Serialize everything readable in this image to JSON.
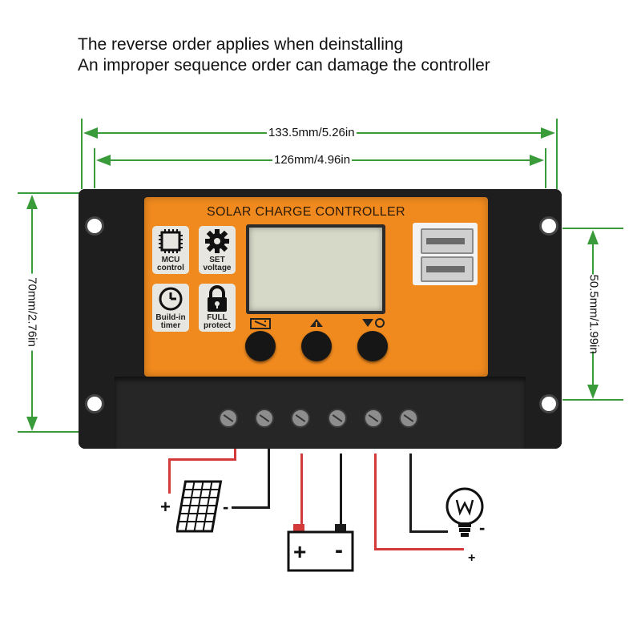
{
  "notes": {
    "line1": "The reverse order applies when deinstalling",
    "line2": "An improper sequence order can damage the controller"
  },
  "dimensions": {
    "outer_width": "133.5mm/5.26in",
    "inner_width": "126mm/4.96in",
    "height": "70mm/2.76in",
    "panel_height": "50.5mm/1.99in"
  },
  "controller": {
    "title": "SOLAR CHARGE CONTROLLER",
    "features": [
      {
        "label_1": "MCU",
        "label_2": "control",
        "icon": "chip-icon"
      },
      {
        "label_1": "SET",
        "label_2": "voltage",
        "icon": "gear-icon"
      },
      {
        "label_1": "Build-in",
        "label_2": "timer",
        "icon": "clock-icon"
      },
      {
        "label_1": "FULL",
        "label_2": "protect",
        "icon": "lock-icon"
      }
    ],
    "buttons": [
      "menu-button",
      "up-button",
      "down-button"
    ]
  },
  "wiring": {
    "solar_plus": "+",
    "solar_minus": "-",
    "battery_plus": "+",
    "battery_minus": "-",
    "load_minus": "-",
    "load_plus": "+"
  },
  "colors": {
    "panel": "#f08a1e",
    "dimension": "#3a9b3a",
    "positive_wire": "#d33a3a",
    "negative_wire": "#1a1a1a"
  }
}
